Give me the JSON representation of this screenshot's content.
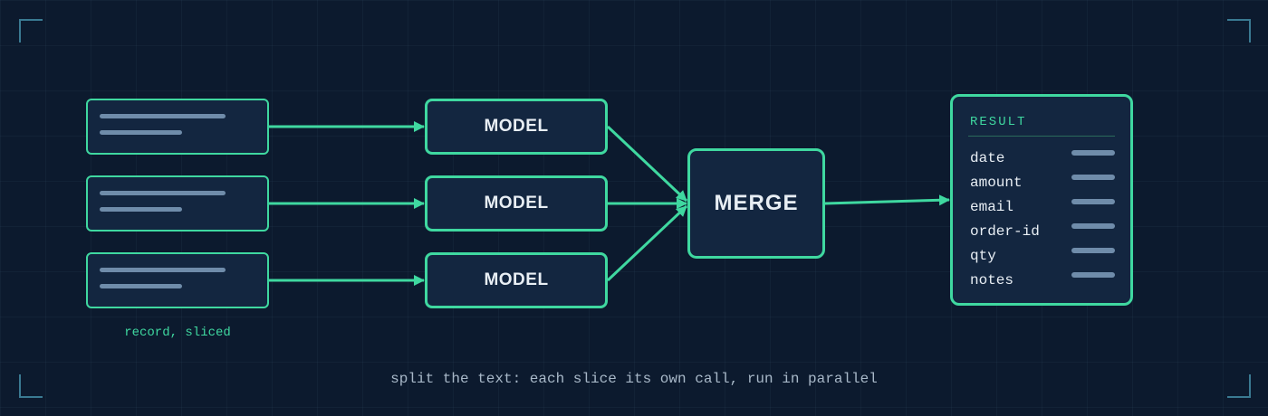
{
  "diagram": {
    "input": {
      "caption": "record, sliced",
      "slices": [
        {
          "id": "slice-1"
        },
        {
          "id": "slice-2"
        },
        {
          "id": "slice-3"
        }
      ]
    },
    "models": [
      {
        "label": "MODEL"
      },
      {
        "label": "MODEL"
      },
      {
        "label": "MODEL"
      }
    ],
    "merge": {
      "label": "MERGE"
    },
    "result": {
      "title": "RESULT",
      "fields": [
        "date",
        "amount",
        "email",
        "order-id",
        "qty",
        "notes"
      ]
    },
    "footer": "split the text: each slice its own call, run in parallel",
    "edges": [
      {
        "from": "slice-1",
        "to": "model-1"
      },
      {
        "from": "slice-2",
        "to": "model-2"
      },
      {
        "from": "slice-3",
        "to": "model-3"
      },
      {
        "from": "model-1",
        "to": "merge"
      },
      {
        "from": "model-2",
        "to": "merge"
      },
      {
        "from": "model-3",
        "to": "merge"
      },
      {
        "from": "merge",
        "to": "result"
      }
    ]
  },
  "colors": {
    "background": "#0c1a2e",
    "node_fill": "#132640",
    "accent": "#3fd8a0",
    "placeholder_bar": "#6f8caa",
    "text": "#e8eef4",
    "muted_text": "#a8b8c8"
  }
}
